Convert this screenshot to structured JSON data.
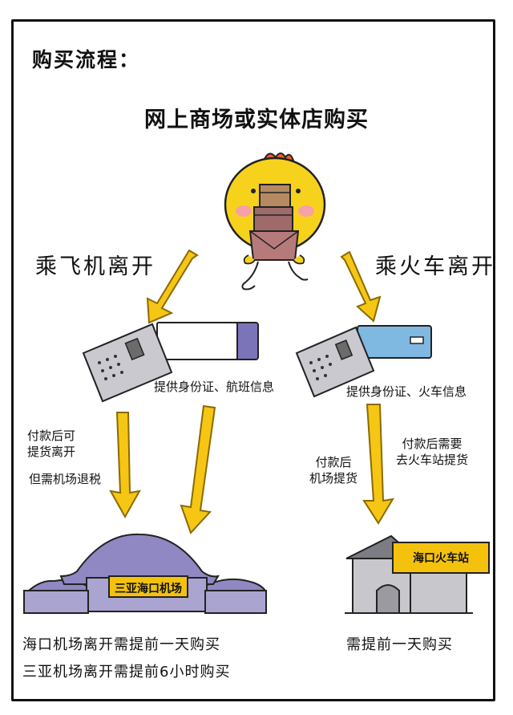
{
  "title": "购买流程：",
  "subtitle": "网上商场或实体店购买",
  "routes": {
    "plane": {
      "label": "乘飞机离开",
      "provide": "提供身份证、航班信息",
      "step_left": "付款后可\n提货离开",
      "tax_note": "但需机场退税",
      "building_sign": "三亚海口机场",
      "note_line1": "海口机场离开需提前一天购买",
      "note_line2": "三亚机场离开需提前6小时购买"
    },
    "train": {
      "label": "乘火车离开",
      "provide": "提供身份证、火车信息",
      "step_left": "付款后\n机场提货",
      "step_right": "付款后需要\n去火车站提货",
      "building_sign": "海口火车站",
      "note": "需提前一天购买"
    }
  },
  "colors": {
    "arrow_yellow": "#f6c614",
    "arrow_outline": "#8a6a00",
    "mascot_yellow": "#f7d21c",
    "card_gray": "#c9c9cf",
    "plane_ticket": "#7b74b8",
    "train_ticket": "#7fb8e0",
    "airport_roof": "#8f88c2",
    "station_roof": "#7c7c84",
    "sign_yellow": "#f4c20d"
  }
}
